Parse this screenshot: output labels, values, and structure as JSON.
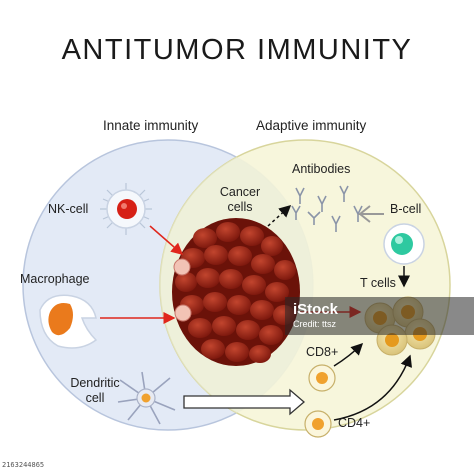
{
  "title": "ANTITUMOR IMMUNITY",
  "innate_label": "Innate immunity",
  "adaptive_label": "Adaptive immunity",
  "labels": {
    "nk_cell": "NK-cell",
    "macrophage": "Macrophage",
    "dendritic_cell": "Dendritic\ncell",
    "cancer_cells": "Cancer\ncells",
    "antibodies": "Antibodies",
    "b_cell": "B-cell",
    "t_cells": "T cells",
    "cd8": "CD8+",
    "cd4": "CD4+"
  },
  "watermark": {
    "brand": "iStock",
    "credit": "Credit: ttsz",
    "image_id": "2163244865"
  },
  "colors": {
    "innate_fill": "#e3eaf6",
    "adaptive_fill": "#f6f5d9",
    "tumor": "#8c1f12",
    "arrow_red": "#e0261c"
  }
}
